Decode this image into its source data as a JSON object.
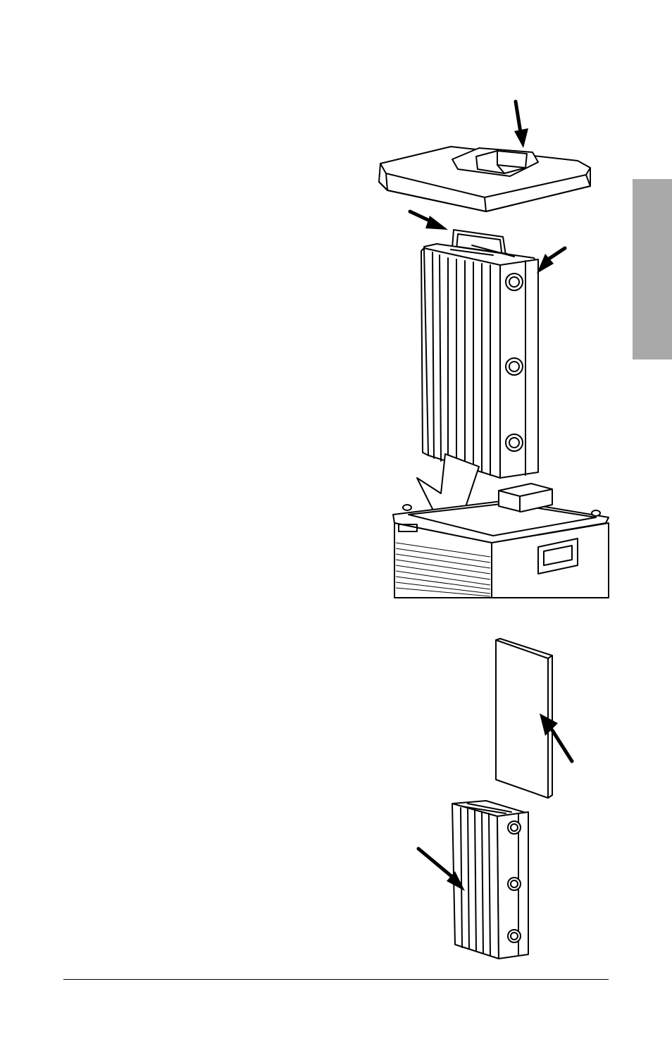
{
  "page": {
    "background": "#ffffff",
    "side_tab_color": "#a9a9a9",
    "rule_color": "#000000"
  },
  "figures": {
    "top": {
      "parts": [
        "top-cover",
        "filter-cartridge",
        "heater-base"
      ],
      "callout_arrows": 3,
      "insertion_arrow": "down"
    },
    "bottom": {
      "parts": [
        "filter-sheet",
        "filter-cartridge"
      ],
      "callout_arrows": 2
    }
  }
}
